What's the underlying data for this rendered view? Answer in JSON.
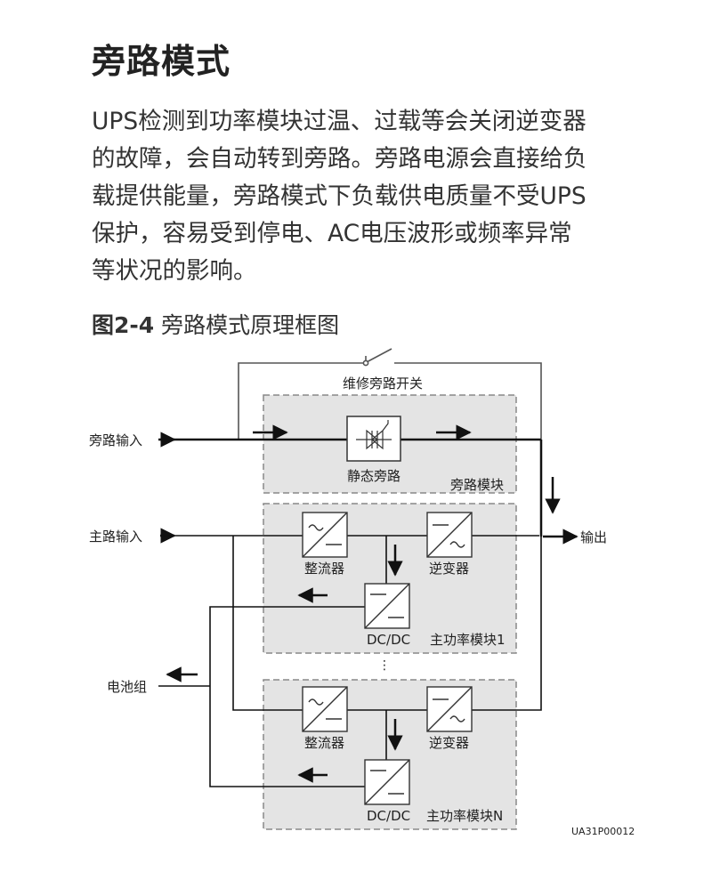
{
  "doc": {
    "title": "旁路模式",
    "paragraph_lines": [
      "UPS检测到功率模块过温、过载等会关闭逆变器",
      "的故障，会自动转到旁路。旁路电源会直接给负",
      "载提供能量，旁路模式下负载供电质量不受UPS",
      "保护，容易受到停电、AC电压波形或频率异常",
      "等状况的影响。"
    ],
    "figure_number": "图2-4",
    "figure_title": "旁路模式原理框图"
  },
  "diagram": {
    "maint_switch": "维修旁路开关",
    "bypass_input": "旁路输入",
    "mains_input": "主路输入",
    "battery": "电池组",
    "output": "输出",
    "static_bypass": "静态旁路",
    "bypass_module": "旁路模块",
    "rectifier_1": "整流器",
    "inverter_1": "逆变器",
    "dcdc_1": "DC/DC",
    "power_module_1": "主功率模块1",
    "rectifier_n": "整流器",
    "inverter_n": "逆变器",
    "dcdc_n": "DC/DC",
    "power_module_n": "主功率模块N",
    "ellipsis": "⋮",
    "figure_code": "UA31P00012"
  }
}
